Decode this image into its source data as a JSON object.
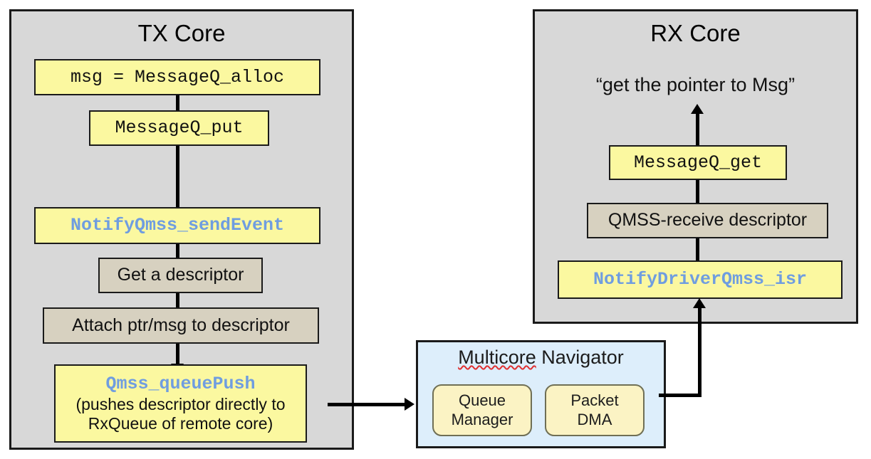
{
  "diagram": {
    "title_tx": "TX Core",
    "title_rx": "RX Core",
    "rx_quote": "“get the pointer to Msg”",
    "colors": {
      "panel_fill": "#d8d8d8",
      "api_box_fill": "#fbf8a0",
      "data_box_fill": "#d7d1c0",
      "navigator_fill": "#ddeefb",
      "navigator_sub_fill": "#fbf3c4",
      "api_text": "#6f9de0",
      "plain_text": "#111111",
      "spellcheck_underline": "#e03030",
      "connector": "#000000"
    },
    "tx_core": {
      "label": "TX Core",
      "steps": [
        {
          "id": "msg-alloc",
          "text": "msg = MessageQ_alloc",
          "style": "mono-plain",
          "fill": "api_box_fill"
        },
        {
          "id": "messageq-put",
          "text": "MessageQ_put",
          "style": "mono-plain",
          "fill": "api_box_fill"
        },
        {
          "id": "notify-send",
          "text": "NotifyQmss_sendEvent",
          "style": "mono-api",
          "fill": "api_box_fill"
        },
        {
          "id": "get-descriptor",
          "text": "Get a descriptor",
          "style": "sans-plain",
          "fill": "data_box_fill"
        },
        {
          "id": "attach-ptr",
          "text": "Attach ptr/msg to descriptor",
          "style": "sans-plain",
          "fill": "data_box_fill"
        }
      ],
      "push_box": {
        "id": "qmss-queue-push",
        "api": "Qmss_queuePush",
        "note_line1": "(pushes descriptor directly to",
        "note_line2": "RxQueue of remote core)"
      }
    },
    "rx_core": {
      "label": "RX Core",
      "quote": "“get the pointer to Msg”",
      "steps": [
        {
          "id": "messageq-get",
          "text": "MessageQ_get",
          "style": "mono-plain",
          "fill": "api_box_fill"
        },
        {
          "id": "qmss-receive-desc",
          "text": "QMSS-receive descriptor",
          "style": "sans-plain",
          "fill": "data_box_fill"
        },
        {
          "id": "notify-driver-isr",
          "text": "NotifyDriverQmss_isr",
          "style": "mono-api",
          "fill": "api_box_fill"
        }
      ]
    },
    "navigator": {
      "title_word_flagged": "Multicore",
      "title_word_rest": "Navigator",
      "blocks": [
        {
          "id": "queue-manager",
          "line1": "Queue",
          "line2": "Manager"
        },
        {
          "id": "packet-dma",
          "line1": "Packet",
          "line2": "DMA"
        }
      ]
    },
    "connectors": [
      {
        "id": "tx-to-navigator",
        "from": "qmss-queue-push",
        "to": "navigator",
        "direction": "right"
      },
      {
        "id": "navigator-to-rx",
        "from": "navigator",
        "to": "notify-driver-isr",
        "direction": "up"
      },
      {
        "id": "rx-get-to-quote",
        "from": "messageq-get",
        "to": "rx-quote",
        "direction": "up"
      }
    ]
  }
}
